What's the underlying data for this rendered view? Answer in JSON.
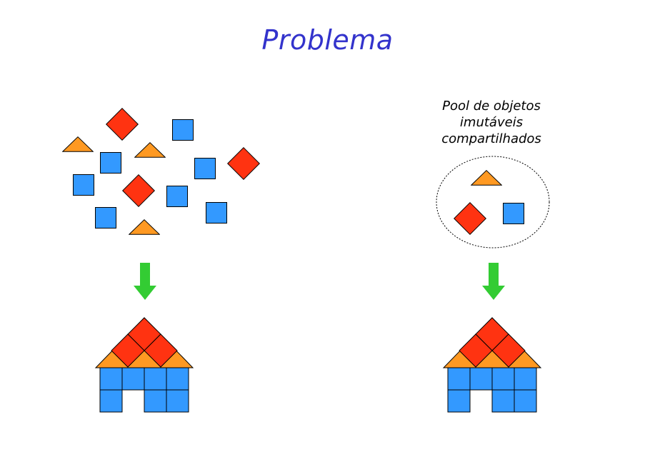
{
  "title": "Problema",
  "pool_caption": [
    "Pool de objetos",
    "imutáveis",
    "compartilhados"
  ],
  "colors": {
    "title": "#3333cc",
    "square": "#3399ff",
    "diamond": "#ff3311",
    "triangle": "#ff9922",
    "arrow": "#33cc33",
    "outline": "#000000"
  }
}
